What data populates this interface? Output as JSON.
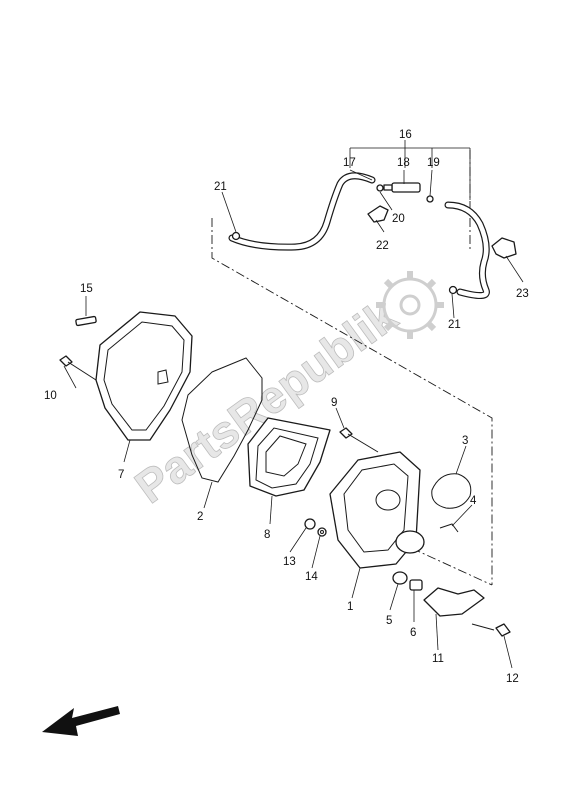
{
  "watermark": {
    "text": "PartsRepublik"
  },
  "callouts": [
    {
      "id": "1",
      "text": "1"
    },
    {
      "id": "2",
      "text": "2"
    },
    {
      "id": "3",
      "text": "3"
    },
    {
      "id": "4",
      "text": "4"
    },
    {
      "id": "5",
      "text": "5"
    },
    {
      "id": "6",
      "text": "6"
    },
    {
      "id": "7",
      "text": "7"
    },
    {
      "id": "8",
      "text": "8"
    },
    {
      "id": "9",
      "text": "9"
    },
    {
      "id": "10",
      "text": "10"
    },
    {
      "id": "11",
      "text": "11"
    },
    {
      "id": "12",
      "text": "12"
    },
    {
      "id": "13",
      "text": "13"
    },
    {
      "id": "14",
      "text": "14"
    },
    {
      "id": "15",
      "text": "15"
    },
    {
      "id": "16",
      "text": "16"
    },
    {
      "id": "17",
      "text": "17"
    },
    {
      "id": "18",
      "text": "18"
    },
    {
      "id": "19",
      "text": "19"
    },
    {
      "id": "20",
      "text": "20"
    },
    {
      "id": "21a",
      "text": "21"
    },
    {
      "id": "21b",
      "text": "21"
    },
    {
      "id": "22",
      "text": "22"
    },
    {
      "id": "23",
      "text": "23"
    }
  ],
  "icons": {
    "front_arrow": "front-direction-arrow-icon",
    "watermark_gear": "gear-icon"
  }
}
